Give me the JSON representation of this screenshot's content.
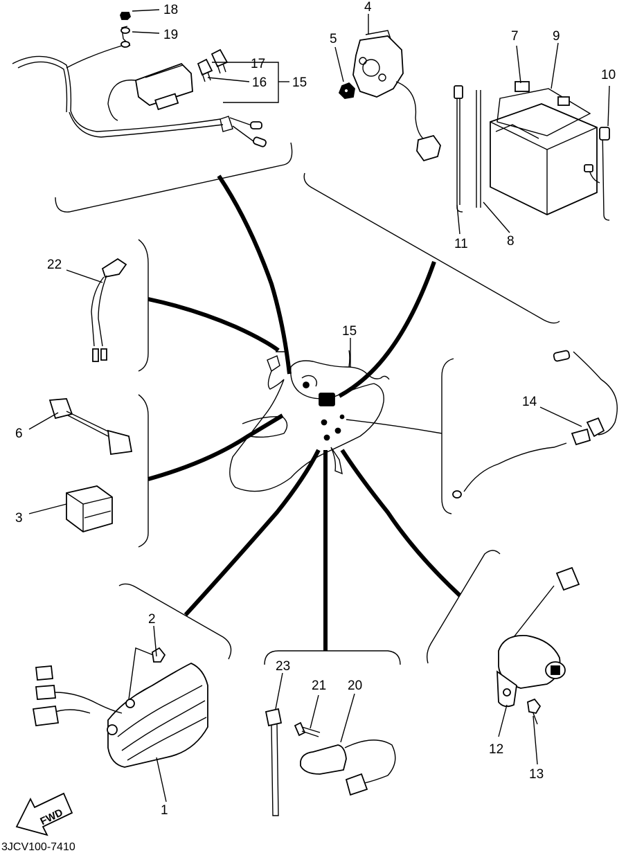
{
  "diagram": {
    "callouts": {
      "c1": "1",
      "c2": "2",
      "c3": "3",
      "c4": "4",
      "c5": "5",
      "c6": "6",
      "c7": "7",
      "c8": "8",
      "c9": "9",
      "c10": "10",
      "c11": "11",
      "c12": "12",
      "c13": "13",
      "c14": "14",
      "c15a": "15",
      "c15b": "15",
      "c16": "16",
      "c17": "17",
      "c18": "18",
      "c19": "19",
      "c20": "20",
      "c21": "21",
      "c22": "22",
      "c23": "23"
    },
    "fwd_label": "FWD",
    "drawing_code": "3JCV100-7410"
  }
}
